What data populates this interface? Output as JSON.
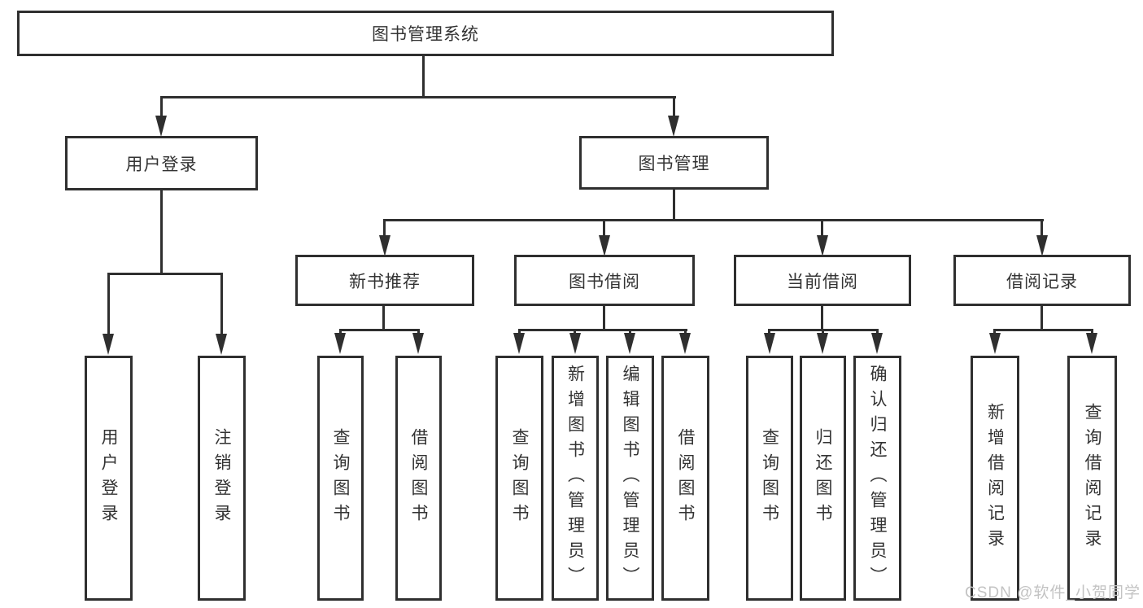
{
  "colors": {
    "line": "#2f2f2f",
    "text": "#333333",
    "watermark": "#c3c3c3",
    "background": "#ffffff"
  },
  "watermark": "CSDN @软件_小贺同学",
  "tree": {
    "root": "图书管理系统",
    "children": [
      {
        "label": "用户登录",
        "children": [
          "用户登录",
          "注销登录"
        ]
      },
      {
        "label": "图书管理",
        "children": [
          {
            "label": "新书推荐",
            "children": [
              "查询图书",
              "借阅图书"
            ]
          },
          {
            "label": "图书借阅",
            "children": [
              "查询图书",
              "新增图书（管理员）",
              "编辑图书（管理员）",
              "借阅图书"
            ]
          },
          {
            "label": "当前借阅",
            "children": [
              "查询图书",
              "归还图书",
              "确认归还（管理员）"
            ]
          },
          {
            "label": "借阅记录",
            "children": [
              "新增借阅记录",
              "查询借阅记录"
            ]
          }
        ]
      }
    ]
  }
}
